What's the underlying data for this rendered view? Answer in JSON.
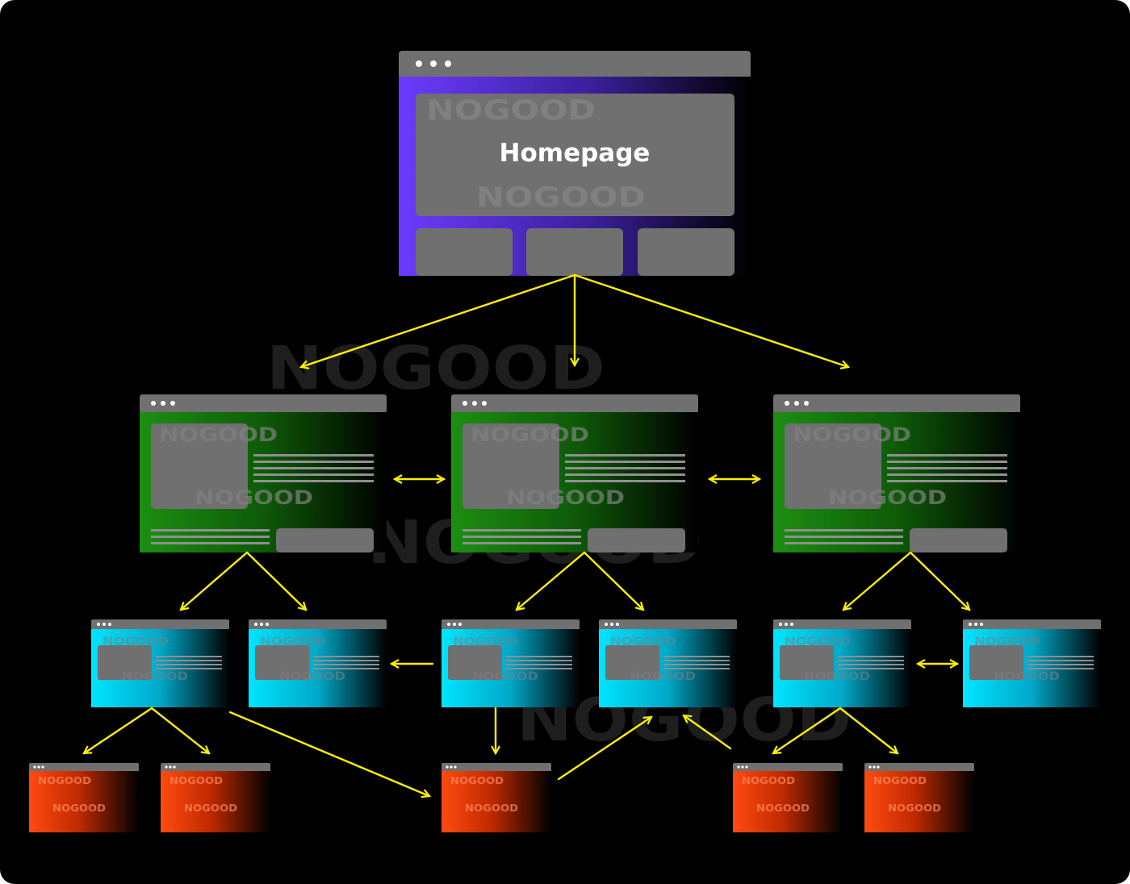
{
  "diagram": {
    "title": "Homepage",
    "watermark": "NOGOOD",
    "colors": {
      "background": "#000000",
      "window_chrome": "#707070",
      "arrow": "#FFF000",
      "homepage_gradient": [
        "#6B3BFF",
        "#3A1F9A",
        "#000000"
      ],
      "category_gradient": [
        "#1C8F12",
        "#0E5A08",
        "#000000"
      ],
      "subpage_gradient": [
        "#00E5FF",
        "#00A8C8",
        "#000000"
      ],
      "detail_gradient": [
        "#FF4A10",
        "#C02A00",
        "#000000"
      ]
    },
    "levels": [
      {
        "name": "homepage",
        "color_key": "homepage_gradient",
        "count": 1
      },
      {
        "name": "category",
        "color_key": "category_gradient",
        "count": 3
      },
      {
        "name": "subpage",
        "color_key": "subpage_gradient",
        "count": 6
      },
      {
        "name": "detail",
        "color_key": "detail_gradient",
        "count": 5
      }
    ],
    "links": [
      {
        "from": "homepage",
        "to": "category-1",
        "kind": "one-way"
      },
      {
        "from": "homepage",
        "to": "category-2",
        "kind": "one-way"
      },
      {
        "from": "homepage",
        "to": "category-3",
        "kind": "one-way"
      },
      {
        "from": "category-1",
        "to": "category-2",
        "kind": "two-way"
      },
      {
        "from": "category-2",
        "to": "category-3",
        "kind": "two-way"
      },
      {
        "from": "category-1",
        "to": "subpage-1",
        "kind": "one-way"
      },
      {
        "from": "category-1",
        "to": "subpage-2",
        "kind": "one-way"
      },
      {
        "from": "category-2",
        "to": "subpage-3",
        "kind": "one-way"
      },
      {
        "from": "category-2",
        "to": "subpage-4",
        "kind": "one-way"
      },
      {
        "from": "category-3",
        "to": "subpage-5",
        "kind": "one-way"
      },
      {
        "from": "category-3",
        "to": "subpage-6",
        "kind": "one-way"
      },
      {
        "from": "subpage-3",
        "to": "subpage-2",
        "kind": "one-way"
      },
      {
        "from": "subpage-5",
        "to": "subpage-6",
        "kind": "two-way"
      },
      {
        "from": "subpage-1",
        "to": "detail-1",
        "kind": "one-way"
      },
      {
        "from": "subpage-1",
        "to": "detail-2",
        "kind": "one-way"
      },
      {
        "from": "subpage-1",
        "to": "detail-3",
        "kind": "one-way"
      },
      {
        "from": "subpage-3",
        "to": "detail-3",
        "kind": "one-way"
      },
      {
        "from": "detail-3",
        "to": "subpage-4",
        "kind": "one-way"
      },
      {
        "from": "detail-4",
        "to": "subpage-4",
        "kind": "one-way"
      },
      {
        "from": "subpage-5",
        "to": "detail-4",
        "kind": "one-way"
      },
      {
        "from": "subpage-5",
        "to": "detail-5",
        "kind": "one-way"
      }
    ]
  }
}
